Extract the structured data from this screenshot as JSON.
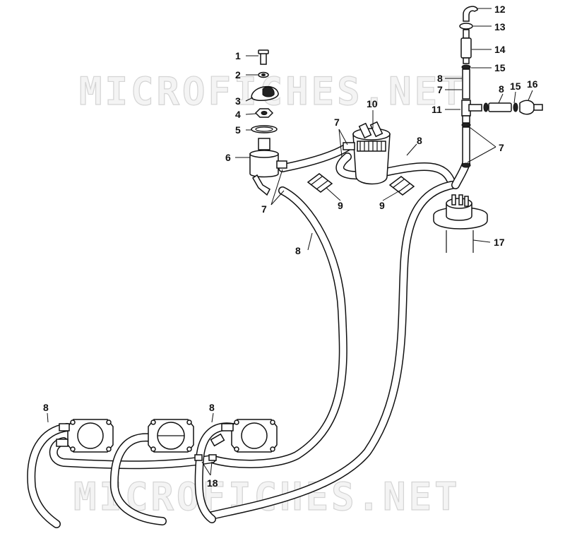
{
  "watermarks": [
    "MICROFICHES.NET",
    "MICROFICHES.NET"
  ],
  "callouts": {
    "c1": "1",
    "c2": "2",
    "c3": "3",
    "c4": "4",
    "c5": "5",
    "c6": "6",
    "c7a": "7",
    "c7b": "7",
    "c7c": "7",
    "c7d": "7",
    "c8a": "8",
    "c8b": "8",
    "c8c": "8",
    "c8d": "8",
    "c8e": "8",
    "c8f": "8",
    "c9a": "9",
    "c9b": "9",
    "c10": "10",
    "c11": "11",
    "c12": "12",
    "c13": "13",
    "c14": "14",
    "c15a": "15",
    "c15b": "15",
    "c16": "16",
    "c17": "17",
    "c18": "18"
  }
}
